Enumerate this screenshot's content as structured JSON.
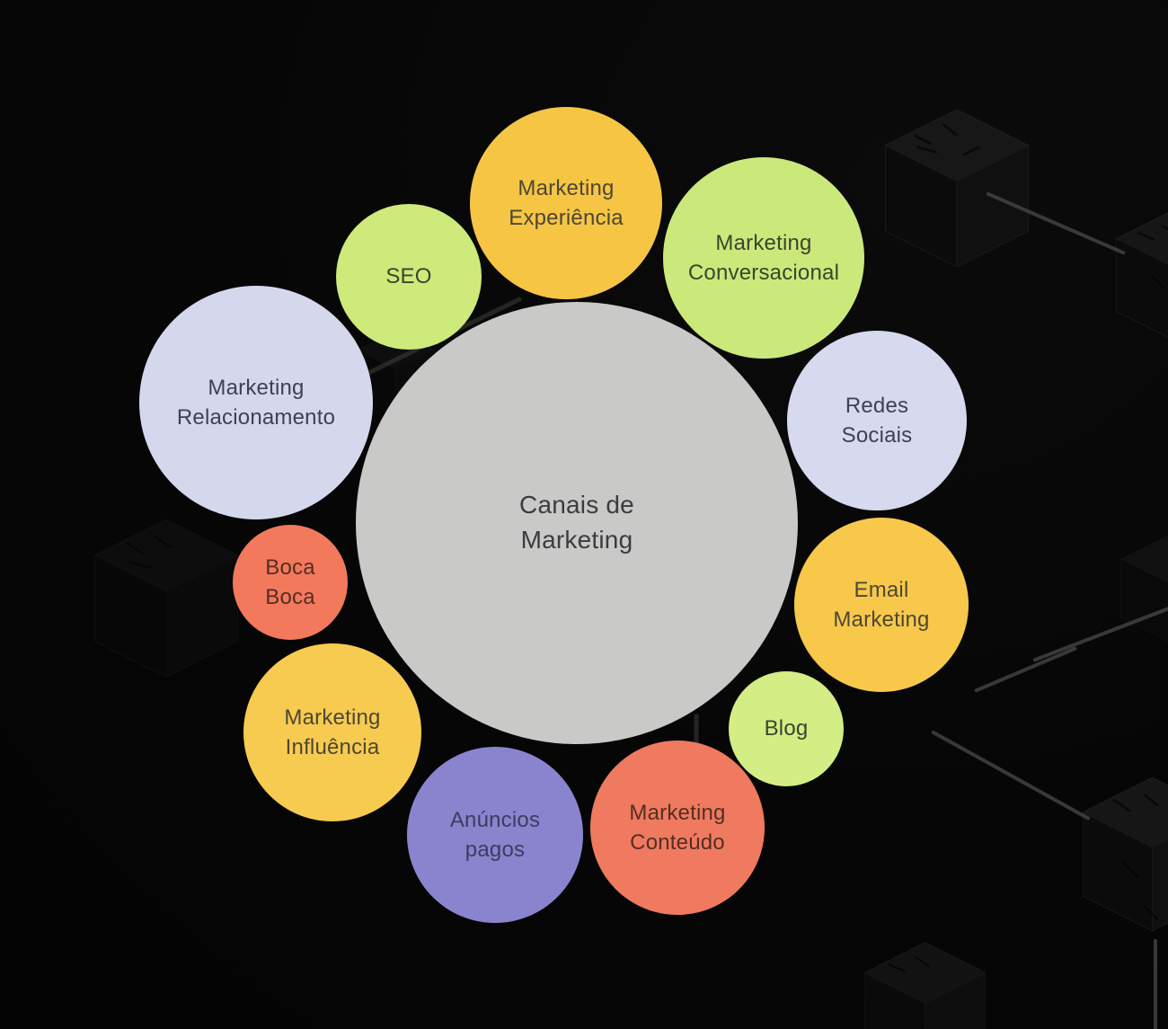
{
  "palette": {
    "background": "#060606",
    "network_line": "#4a4a4a",
    "cube_top": "#171717",
    "cube_left": "#0b0b0b",
    "cube_right": "#101010",
    "cube_edge": "#1f1f1f"
  },
  "diagram": {
    "center": {
      "label": "Canais de\nMarketing",
      "bg": "#c9c9c7",
      "fg": "#3a3c3e"
    },
    "nodes": [
      {
        "id": "marketing-experiencia",
        "label": "Marketing\nExperiência",
        "bg": "#f6c544",
        "fg": "#4d4734"
      },
      {
        "id": "seo",
        "label": "SEO",
        "bg": "#cdea7b",
        "fg": "#3b442e"
      },
      {
        "id": "marketing-conversacional",
        "label": "Marketing\nConversacional",
        "bg": "#cbe97a",
        "fg": "#3b442e"
      },
      {
        "id": "marketing-relacionamento",
        "label": "Marketing\nRelacionamento",
        "bg": "#d5d8ed",
        "fg": "#3d4156"
      },
      {
        "id": "redes-sociais",
        "label": "Redes\nSociais",
        "bg": "#d7daee",
        "fg": "#3d4156"
      },
      {
        "id": "boca-boca",
        "label": "Boca\nBoca",
        "bg": "#f3795c",
        "fg": "#542e25"
      },
      {
        "id": "email-marketing",
        "label": "Email\nMarketing",
        "bg": "#f8c84b",
        "fg": "#4d4734"
      },
      {
        "id": "marketing-influencia",
        "label": "Marketing\nInfluência",
        "bg": "#f7cb4f",
        "fg": "#4d4734"
      },
      {
        "id": "blog",
        "label": "Blog",
        "bg": "#d2ee85",
        "fg": "#3b442e"
      },
      {
        "id": "anuncios-pagos",
        "label": "Anúncios\npagos",
        "bg": "#8a84cf",
        "fg": "#3b3d5e"
      },
      {
        "id": "marketing-conteudo",
        "label": "Marketing\nConteúdo",
        "bg": "#ef7a5f",
        "fg": "#542e25"
      }
    ]
  }
}
